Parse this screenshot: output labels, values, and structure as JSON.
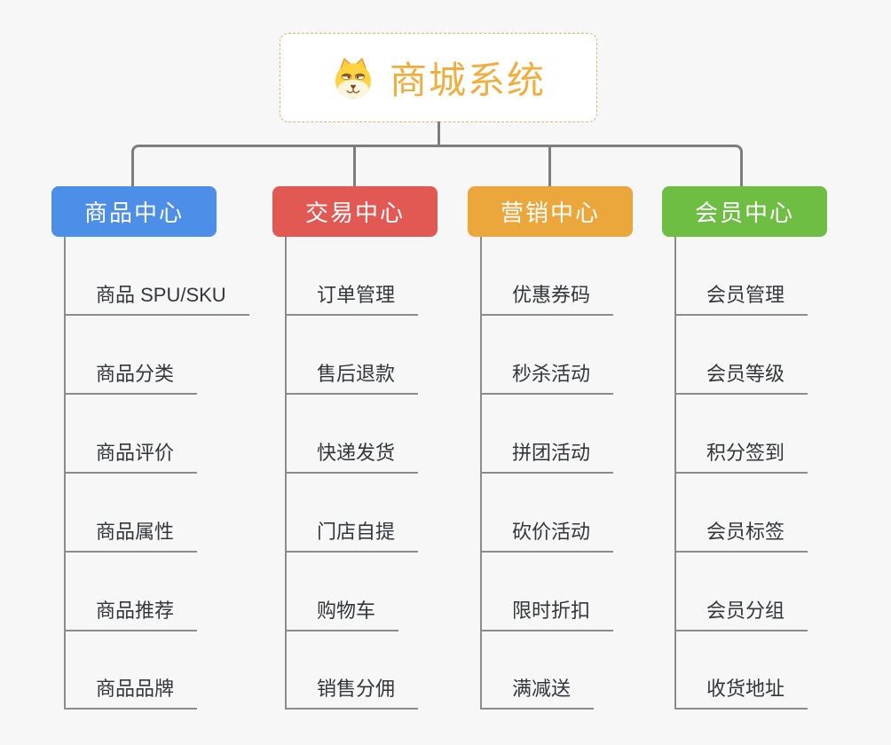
{
  "root": {
    "title": "商城系统",
    "icon": "dog-face-icon",
    "title_color": "#F1AE3E",
    "border_color": "#EBB266"
  },
  "branches": [
    {
      "label": "商品中心",
      "color": "#4D8FE8",
      "items": [
        "商品 SPU/SKU",
        "商品分类",
        "商品评价",
        "商品属性",
        "商品推荐",
        "商品品牌"
      ]
    },
    {
      "label": "交易中心",
      "color": "#E25852",
      "items": [
        "订单管理",
        "售后退款",
        "快递发货",
        "门店自提",
        "购物车",
        "销售分佣"
      ]
    },
    {
      "label": "营销中心",
      "color": "#EBA63C",
      "items": [
        "优惠券码",
        "秒杀活动",
        "拼团活动",
        "砍价活动",
        "限时折扣",
        "满减送"
      ]
    },
    {
      "label": "会员中心",
      "color": "#6EBE44",
      "items": [
        "会员管理",
        "会员等级",
        "积分签到",
        "会员标签",
        "会员分组",
        "收货地址"
      ]
    }
  ],
  "connector_color": "#7D7D7D",
  "leaf_line_color": "#8C8C8C",
  "background_color": "#F7F7F7"
}
